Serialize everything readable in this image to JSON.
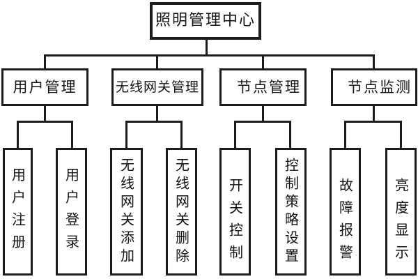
{
  "diagram": {
    "type": "tree",
    "root_label": "照明管理中心",
    "branches": [
      {
        "label": "用户管理",
        "children": [
          "用户注册",
          "用户登录"
        ]
      },
      {
        "label": "无线网关管理",
        "children": [
          "无线网关添加",
          "无线网关删除"
        ]
      },
      {
        "label": "节点管理",
        "children": [
          "开关控制",
          "控制策略设置"
        ]
      },
      {
        "label": "节点监测",
        "children": [
          "故障报警",
          "亮度显示"
        ]
      }
    ],
    "colors": {
      "background": "#ffffff",
      "line": "#1c1c1c",
      "box_border": "#1c1c1c",
      "text": "#141414"
    }
  }
}
